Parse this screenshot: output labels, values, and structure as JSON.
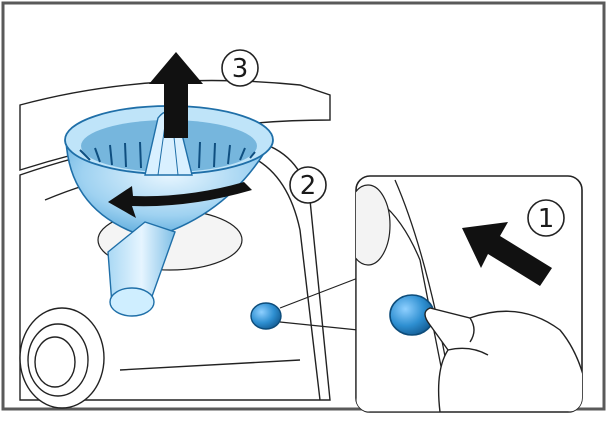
{
  "figure": {
    "steps": [
      {
        "number": "1",
        "action": "press-release-button",
        "arrow_icon": "arrow-left-up-icon"
      },
      {
        "number": "2",
        "action": "rotate-juicer-cone",
        "arrow_icon": "arrow-curved-left-icon"
      },
      {
        "number": "3",
        "action": "lift-juicer-out",
        "arrow_icon": "arrow-up-icon"
      }
    ]
  },
  "colors": {
    "frame": "#5a5a5a",
    "outline": "#222222",
    "appliance_fill": "#ffffff",
    "juicer_blue": "#8ec9ec",
    "juicer_blue_dark": "#1f6fa8",
    "button_blue": "#2e8fd1",
    "arrow": "#111111"
  }
}
